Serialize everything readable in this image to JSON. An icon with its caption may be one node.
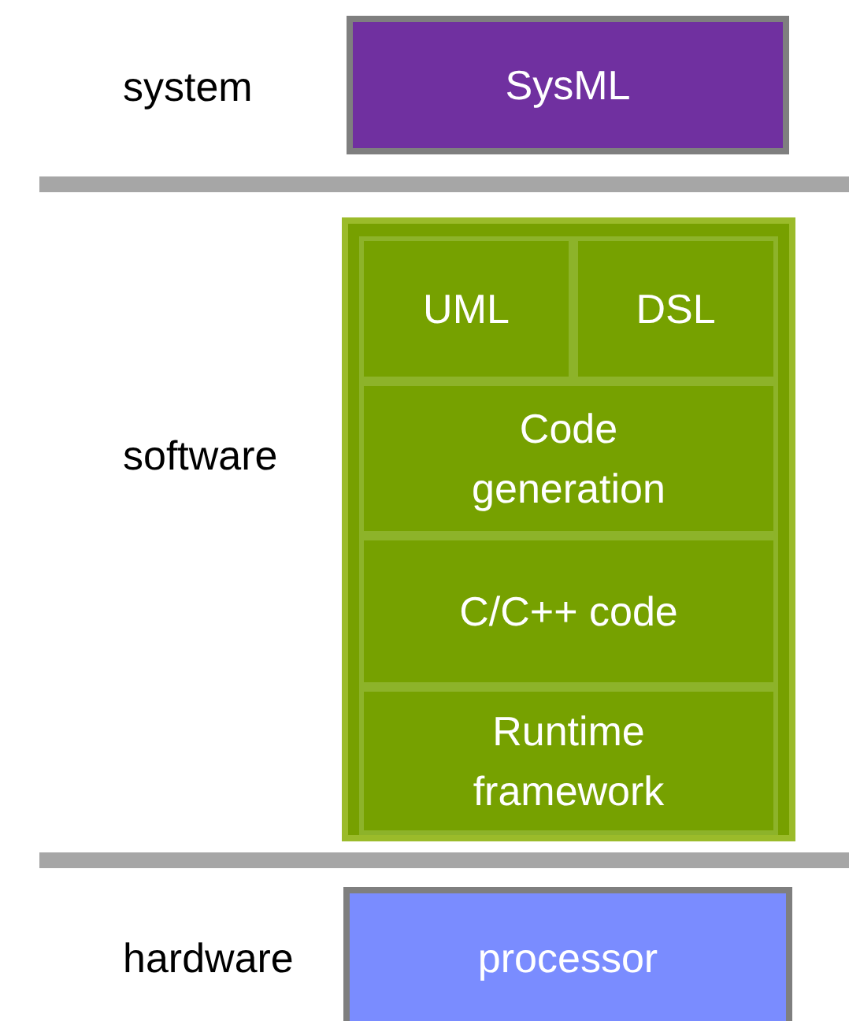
{
  "diagram": {
    "nodes": [
      {
        "text": [
          "SysML"
        ]
      },
      {
        "text": [],
        "shape": "box"
      },
      {
        "text": [
          "UML"
        ],
        "in": 1
      },
      {
        "text": [
          "DSL"
        ],
        "in": 1
      },
      {
        "text": [
          "Code generation"
        ],
        "in": 1
      },
      {
        "text": [
          "C/C++ code"
        ],
        "in": 1
      },
      {
        "text": [
          "Runtime framework"
        ],
        "in": 1
      },
      {
        "text": [
          "processor"
        ]
      }
    ],
    "labels": [
      "system",
      "software",
      "hardware"
    ]
  }
}
